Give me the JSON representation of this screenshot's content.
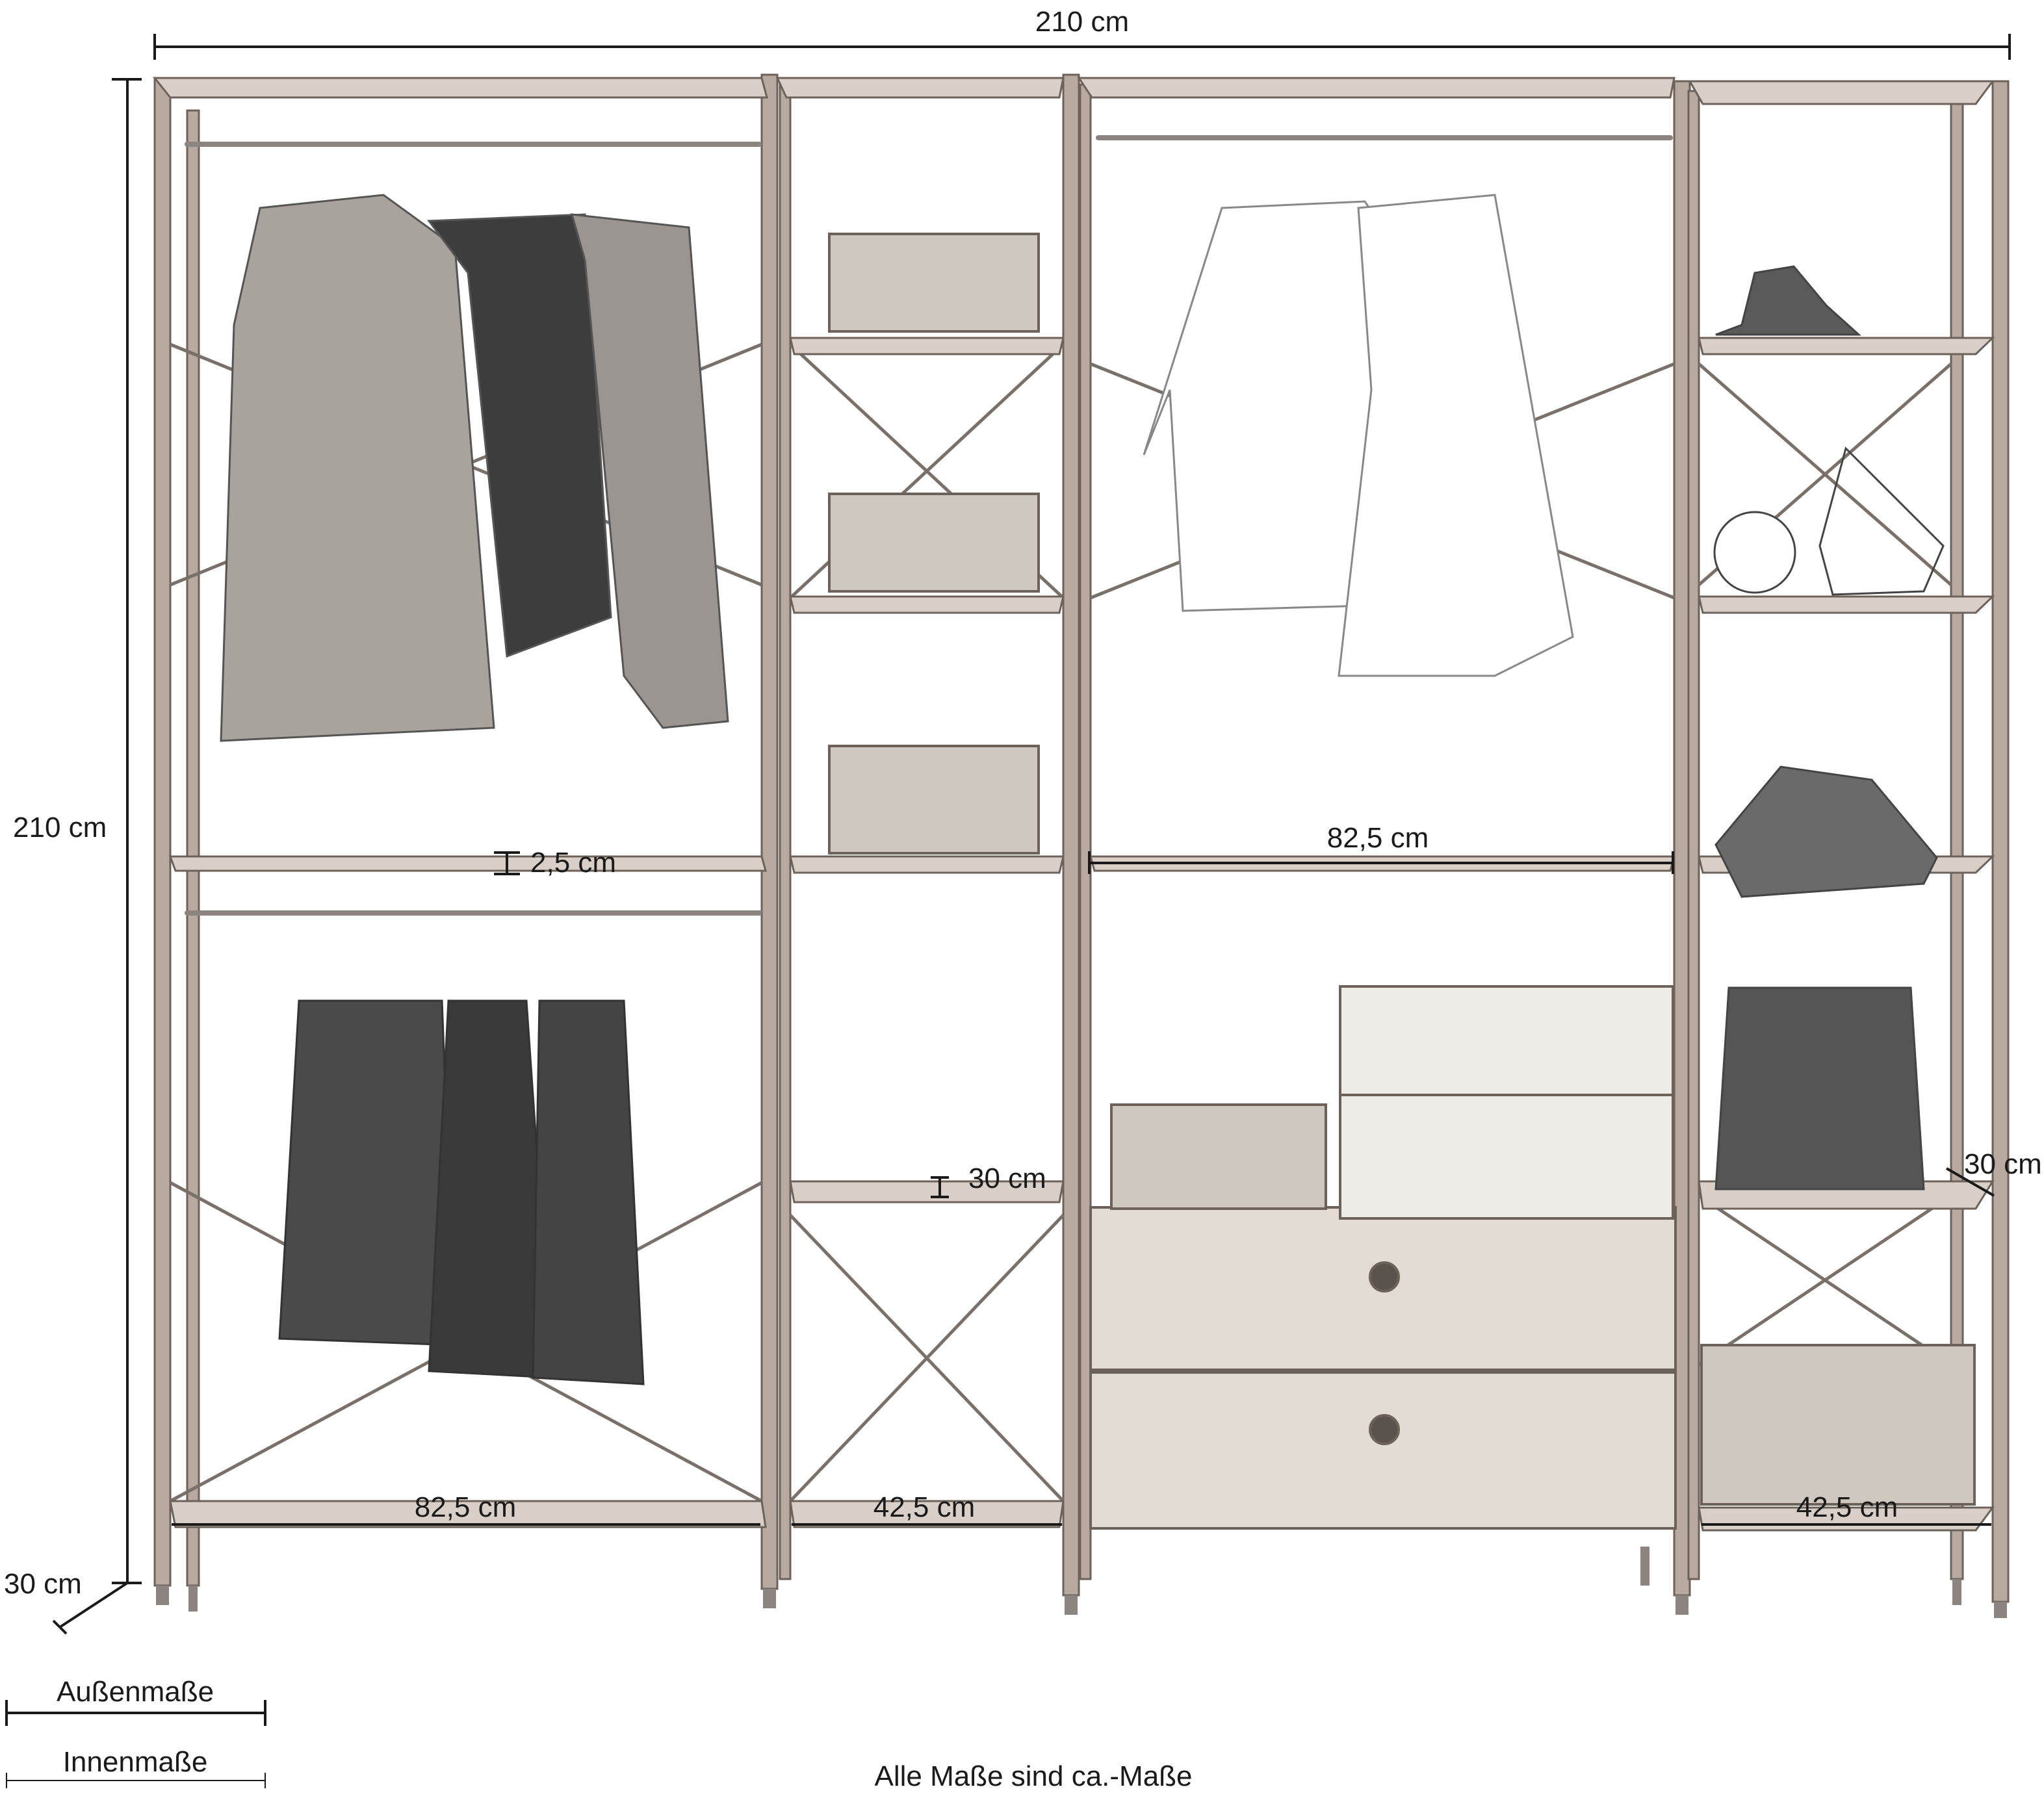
{
  "dimensions": {
    "total_width": "210 cm",
    "total_height": "210 cm",
    "depth_outer": "30 cm",
    "shelf_thickness": "2,5 cm",
    "depth_inner_mid": "30 cm",
    "depth_inner_right": "30 cm",
    "width_left_top": "82,5 cm",
    "width_left_bottom": "82,5 cm",
    "width_mid_bottom": "42,5 cm",
    "width_right_bottom": "42,5 cm"
  },
  "legend": {
    "outer": "Außenmaße",
    "inner": "Innenmaße"
  },
  "note": "Alle Maße sind ca.-Maße",
  "colors": {
    "line": "#1a1a1a",
    "frame": "#b8aaa0",
    "shelf": "#d8d0c8",
    "item": "#9a9a9a",
    "item_dark": "#3a3a3a",
    "basket": "#cfc8bf",
    "drawer": "#e2dcd5"
  }
}
